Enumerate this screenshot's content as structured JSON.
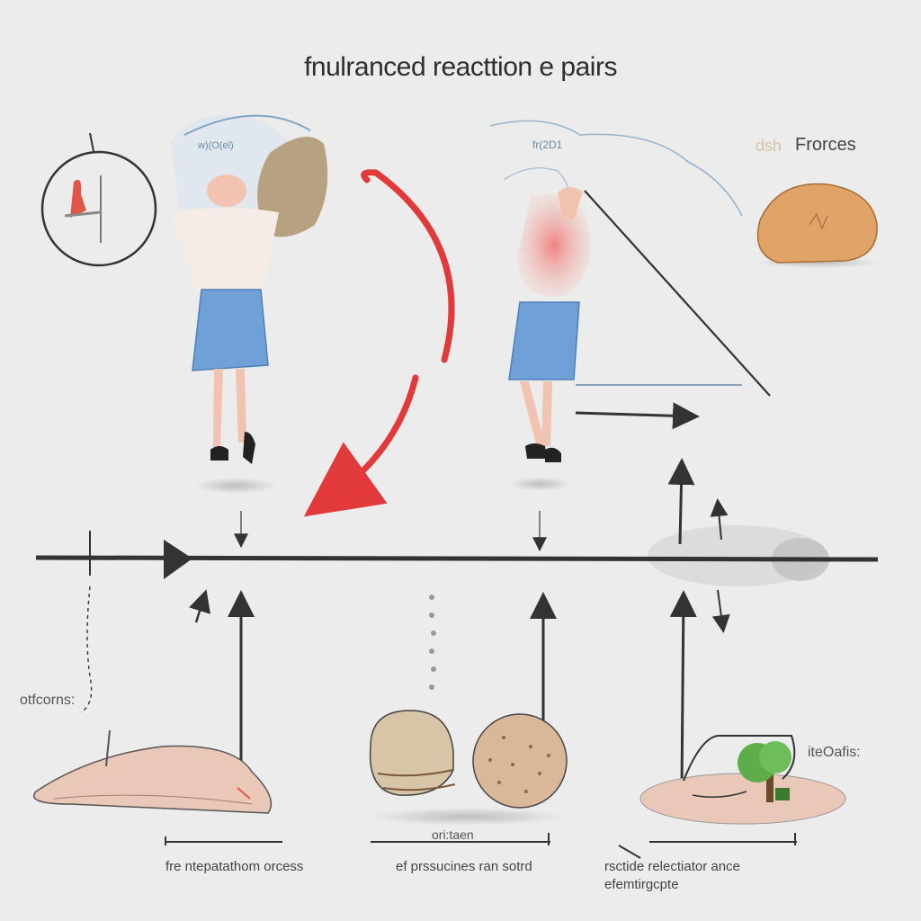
{
  "title": "fnulranced reacttion e pairs",
  "labels": {
    "forces": "Frorces",
    "free_body": "fr(2D1",
    "swatch": "dsh",
    "left_mid": "otfcorns:",
    "right_mid": "iteOafis:",
    "center_small": "ori:taen",
    "ring_note": "w)(O(el)",
    "caption_left": "fre ntepatathom orcess",
    "caption_mid": "ef prssucines ran sotrd",
    "caption_right_line1": "rsctide relectiator ance",
    "caption_right_line2": "efemtirgcpte"
  },
  "colors": {
    "background": "#ececec",
    "arrow_dark": "#333333",
    "arc_red": "#e23a3a",
    "skirt_blue": "#6fa0d8",
    "skin": "#f1c3b0",
    "rock_orange": "#e0a468",
    "ground_pink": "#e9c8b8",
    "tree_green": "#5dae4a",
    "bread_tan": "#d8b898",
    "sky_line": "#7fa6c8"
  },
  "icons": [
    "magnifier-circle-icon",
    "red-figure-icon",
    "tree-icon",
    "rock-icon",
    "bread-loaf-icon"
  ]
}
